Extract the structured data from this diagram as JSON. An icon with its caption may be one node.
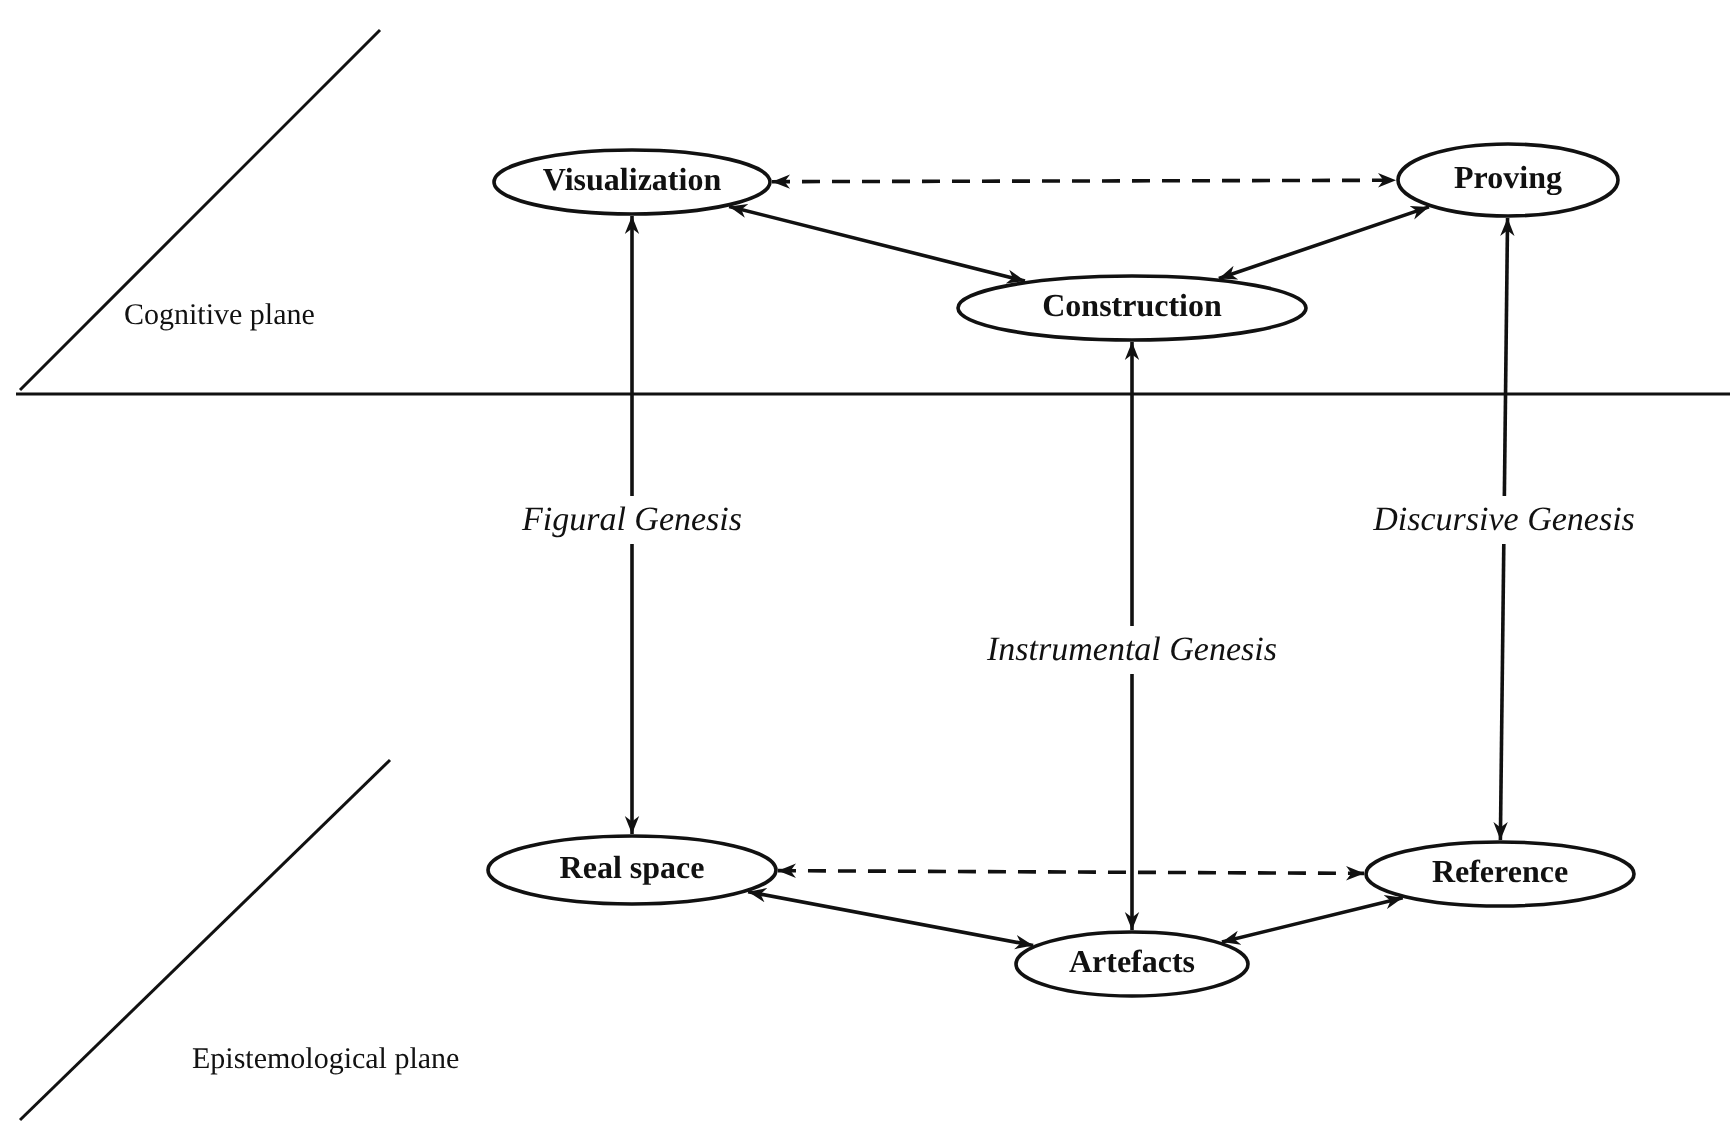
{
  "diagram": {
    "nodes": [
      {
        "text": [
          "Visualization"
        ]
      },
      {
        "text": [
          "Proving"
        ]
      },
      {
        "text": [
          "Construction"
        ]
      },
      {
        "text": [
          "Real space"
        ]
      },
      {
        "text": [
          "Reference"
        ]
      },
      {
        "text": [
          "Artefacts"
        ]
      }
    ],
    "edges": [
      {
        "from": 0,
        "to": 1,
        "arrow": "both",
        "style": "dashed"
      },
      {
        "from": 0,
        "to": 2,
        "arrow": "both"
      },
      {
        "from": 2,
        "to": 1,
        "arrow": "both"
      },
      {
        "from": 0,
        "to": 3,
        "arrow": "both",
        "label": "Figural Genesis"
      },
      {
        "from": 2,
        "to": 5,
        "arrow": "both",
        "label": "Instrumental Genesis"
      },
      {
        "from": 1,
        "to": 4,
        "arrow": "both",
        "label": "Discursive Genesis"
      },
      {
        "from": 3,
        "to": 4,
        "arrow": "both",
        "style": "dashed"
      },
      {
        "from": 3,
        "to": 5,
        "arrow": "both"
      },
      {
        "from": 4,
        "to": 5,
        "arrow": "both"
      }
    ],
    "labels": [
      "Cognitive plane",
      "Epistemological plane"
    ]
  }
}
